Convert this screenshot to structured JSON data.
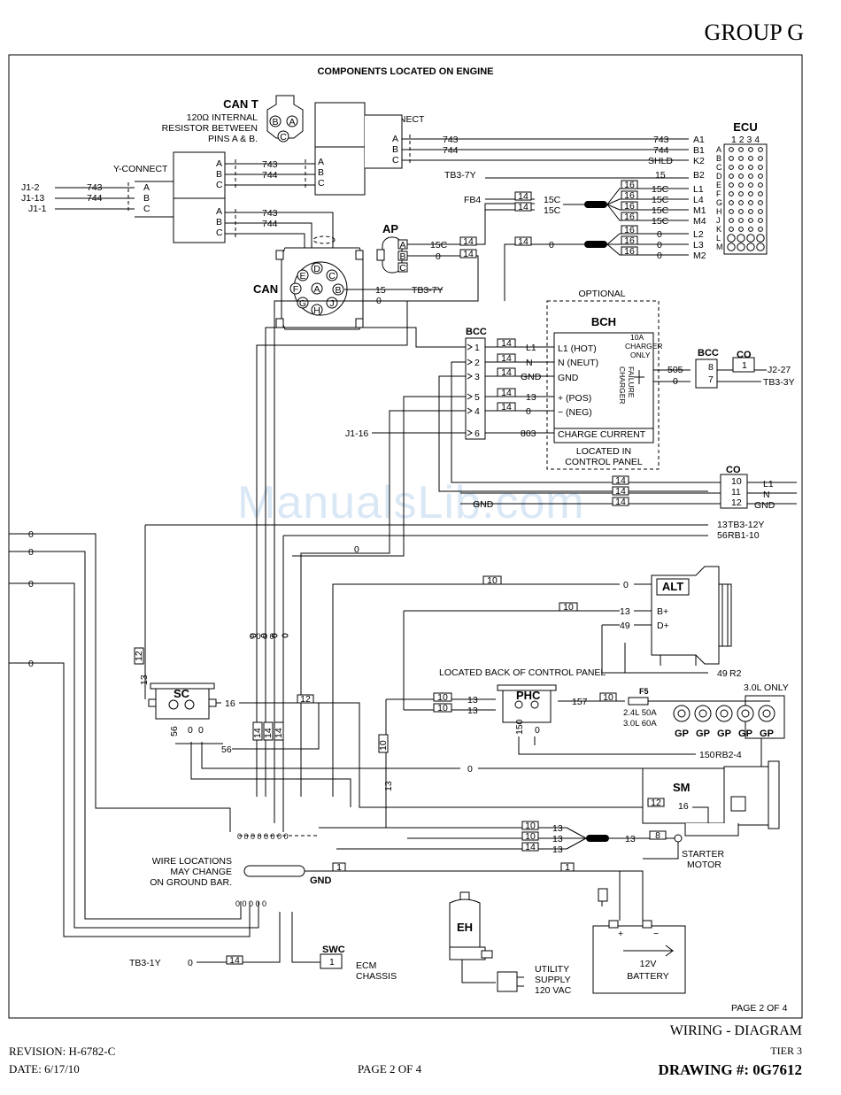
{
  "header": {
    "group": "GROUP G",
    "section_title": "COMPONENTS LOCATED ON ENGINE",
    "page_inner": "PAGE 2 OF 4"
  },
  "footer": {
    "revision": "REVISION: H-6782-C",
    "date": "DATE: 6/17/10",
    "page": "PAGE 2 OF 4",
    "title": "WIRING - DIAGRAM",
    "tier": "TIER 3",
    "drawing": "DRAWING #: 0G7612"
  },
  "watermark": "ManualsLib.com",
  "components": {
    "cant": {
      "name": "CAN T",
      "note": [
        "120Ω INTERNAL",
        "RESISTOR BETWEEN",
        "PINS A & B."
      ],
      "pins": [
        "B",
        "A",
        "C"
      ]
    },
    "ycon_top": {
      "name": "Y-CONNECT",
      "pins": [
        "A",
        "B",
        "C"
      ]
    },
    "ycon_mid": {
      "name": "Y-CONNECT",
      "pins": [
        "A",
        "B",
        "C"
      ]
    },
    "ecu": {
      "name": "ECU",
      "cols": "1 2 3 4",
      "rows": [
        "A",
        "B",
        "C",
        "D",
        "E",
        "F",
        "G",
        "H",
        "J",
        "K",
        "L",
        "M"
      ]
    },
    "ap": {
      "name": "AP",
      "pins": [
        "A",
        "B",
        "C"
      ]
    },
    "cand": {
      "name": "CAN D",
      "pins": [
        "D",
        "C",
        "E",
        "A",
        "B",
        "F",
        "J",
        "G",
        "H"
      ]
    },
    "bcc": {
      "name": "BCC",
      "pins": [
        "1",
        "2",
        "3",
        "5",
        "4",
        "6"
      ]
    },
    "bch": {
      "name": "BCH",
      "tag": "OPTIONAL",
      "located": [
        "LOCATED IN",
        "CONTROL PANEL"
      ],
      "rows": [
        "L1 (HOT)",
        "N (NEUT)",
        "GND",
        "+ (POS)",
        "− (NEG)",
        "CHARGE CURRENT"
      ],
      "fuse": [
        "10A",
        "CHARGER",
        "ONLY"
      ],
      "fail": [
        "CHARGER",
        "FAILURE"
      ]
    },
    "bcc2": {
      "name": "BCC",
      "pins": [
        "8",
        "7"
      ]
    },
    "co1": {
      "name": "CO",
      "pin": "1"
    },
    "co2": {
      "name": "CO",
      "pins": [
        "10",
        "11",
        "12"
      ],
      "labels": [
        "L1",
        "N",
        "GND"
      ]
    },
    "alt": {
      "name": "ALT",
      "pins": [
        "B+",
        "D+"
      ]
    },
    "sc": {
      "name": "SC"
    },
    "phc": {
      "name": "PHC",
      "located": "LOCATED BACK OF CONTROL PANEL"
    },
    "f5": {
      "name": "F5",
      "ratings": [
        "2.4L  50A",
        "3.0L  60A"
      ],
      "only": "3.0L ONLY"
    },
    "gp": {
      "label": "GP"
    },
    "sm": {
      "name": "SM",
      "starter": [
        "STARTER",
        "MOTOR"
      ]
    },
    "gnd": {
      "name": "GND",
      "note": [
        "WIRE LOCATIONS",
        "MAY CHANGE",
        "ON GROUND BAR."
      ]
    },
    "swc": {
      "name": "SWC",
      "pin": "1",
      "note": [
        "ECM",
        "CHASSIS"
      ]
    },
    "eh": {
      "name": "EH",
      "supply": [
        "UTILITY",
        "SUPPLY",
        "120 VAC"
      ]
    },
    "battery": {
      "label": [
        "12V",
        "BATTERY"
      ],
      "plus": "+",
      "minus": "−"
    }
  },
  "wires": {
    "w743": "743",
    "w744": "744",
    "shld": "SHLD",
    "w15": "15",
    "w15c": "15C",
    "w0": "0",
    "w14": "14",
    "w16": "16",
    "w13": "13",
    "w12": "12",
    "w10": "10",
    "w8": "8",
    "w1": "1",
    "w56": "56",
    "w49": "49",
    "w150": "150",
    "w157": "157",
    "w505": "505",
    "w803": "803",
    "wL1": "L1",
    "wN": "N",
    "wGND": "GND",
    "ecu_pins": [
      "A1",
      "B1",
      "K2",
      "B2",
      "L1",
      "L4",
      "M1",
      "M4",
      "L2",
      "L3",
      "M2"
    ],
    "refs": {
      "j12": "J1-2",
      "j113": "J1-13",
      "j11": "J1-1",
      "tb37y": "TB3-7Y",
      "fb4": "FB4",
      "j116": "J1-16",
      "j227": "J2-27",
      "tb33y": "TB3-3Y",
      "tb312y": "TB3-12Y",
      "rb110": "RB1-10",
      "r2": "R2",
      "rb24": "RB2-4",
      "tb31y": "TB3-1Y"
    }
  }
}
